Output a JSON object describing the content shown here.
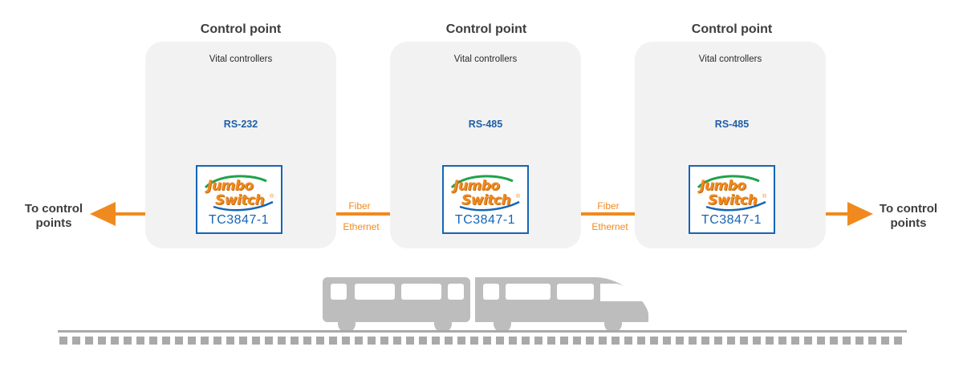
{
  "control_points": [
    {
      "title": "Control point",
      "group_label": "Vital controllers",
      "protocol": "RS-232",
      "logo_line1": "Jumbo",
      "logo_line2": "Switch",
      "logo_mark": "®",
      "model": "TC3847-1"
    },
    {
      "title": "Control point",
      "group_label": "Vital controllers",
      "protocol": "RS-485",
      "logo_line1": "Jumbo",
      "logo_line2": "Switch",
      "logo_mark": "®",
      "model": "TC3847-1"
    },
    {
      "title": "Control point",
      "group_label": "Vital controllers",
      "protocol": "RS-485",
      "logo_line1": "Jumbo",
      "logo_line2": "Switch",
      "logo_mark": "®",
      "model": "TC3847-1"
    }
  ],
  "links": [
    {
      "line1": "Fiber",
      "line2": "Ethernet"
    },
    {
      "line1": "Fiber",
      "line2": "Ethernet"
    }
  ],
  "ends": {
    "left": {
      "line1": "To control",
      "line2": "points"
    },
    "right": {
      "line1": "To control",
      "line2": "points"
    }
  },
  "colors": {
    "network": "#f08a1e",
    "serial": "#1565b5",
    "panel": "#f2f2f2",
    "train": "#bdbdbd",
    "track": "#a9a9a9",
    "logo": "#f08a1e"
  },
  "icons": {
    "controller": "controller-device-icon",
    "train": "train-icon",
    "track": "railway-track-icon",
    "arrow": "arrow-head-icon"
  }
}
